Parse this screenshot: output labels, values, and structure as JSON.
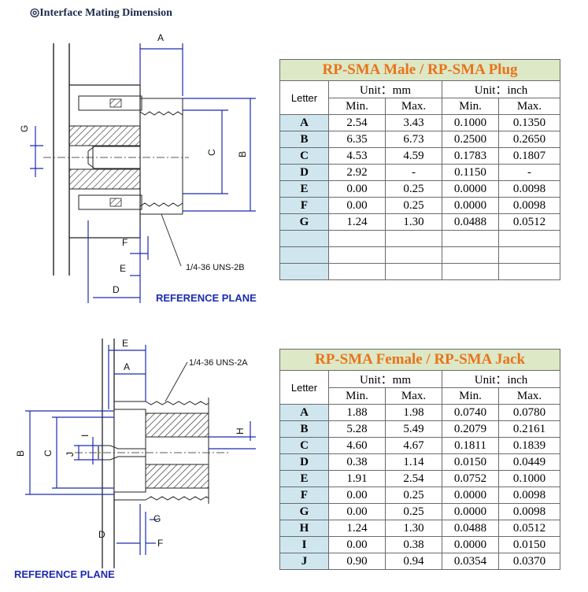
{
  "title": "◎Interface Mating Dimension",
  "male": {
    "title": "RP-SMA Male / RP-SMA Plug",
    "letter_header": "Letter",
    "unit_mm": "Unit：mm",
    "unit_inch": "Unit：inch",
    "min": "Min.",
    "max": "Max.",
    "rows": [
      {
        "l": "A",
        "mm_min": "2.54",
        "mm_max": "3.43",
        "in_min": "0.1000",
        "in_max": "0.1350"
      },
      {
        "l": "B",
        "mm_min": "6.35",
        "mm_max": "6.73",
        "in_min": "0.2500",
        "in_max": "0.2650"
      },
      {
        "l": "C",
        "mm_min": "4.53",
        "mm_max": "4.59",
        "in_min": "0.1783",
        "in_max": "0.1807"
      },
      {
        "l": "D",
        "mm_min": "2.92",
        "mm_max": "-",
        "in_min": "0.1150",
        "in_max": "-"
      },
      {
        "l": "E",
        "mm_min": "0.00",
        "mm_max": "0.25",
        "in_min": "0.0000",
        "in_max": "0.0098"
      },
      {
        "l": "F",
        "mm_min": "0.00",
        "mm_max": "0.25",
        "in_min": "0.0000",
        "in_max": "0.0098"
      },
      {
        "l": "G",
        "mm_min": "1.24",
        "mm_max": "1.30",
        "in_min": "0.0488",
        "in_max": "0.0512"
      },
      {
        "l": "",
        "mm_min": "",
        "mm_max": "",
        "in_min": "",
        "in_max": ""
      },
      {
        "l": "",
        "mm_min": "",
        "mm_max": "",
        "in_min": "",
        "in_max": ""
      },
      {
        "l": "",
        "mm_min": "",
        "mm_max": "",
        "in_min": "",
        "in_max": ""
      }
    ]
  },
  "female": {
    "title": "RP-SMA Female / RP-SMA Jack",
    "letter_header": "Letter",
    "unit_mm": "Unit：mm",
    "unit_inch": "Unit：inch",
    "min": "Min.",
    "max": "Max.",
    "rows": [
      {
        "l": "A",
        "mm_min": "1.88",
        "mm_max": "1.98",
        "in_min": "0.0740",
        "in_max": "0.0780"
      },
      {
        "l": "B",
        "mm_min": "5.28",
        "mm_max": "5.49",
        "in_min": "0.2079",
        "in_max": "0.2161"
      },
      {
        "l": "C",
        "mm_min": "4.60",
        "mm_max": "4.67",
        "in_min": "0.1811",
        "in_max": "0.1839"
      },
      {
        "l": "D",
        "mm_min": "0.38",
        "mm_max": "1.14",
        "in_min": "0.0150",
        "in_max": "0.0449"
      },
      {
        "l": "E",
        "mm_min": "1.91",
        "mm_max": "2.54",
        "in_min": "0.0752",
        "in_max": "0.1000"
      },
      {
        "l": "F",
        "mm_min": "0.00",
        "mm_max": "0.25",
        "in_min": "0.0000",
        "in_max": "0.0098"
      },
      {
        "l": "G",
        "mm_min": "0.00",
        "mm_max": "0.25",
        "in_min": "0.0000",
        "in_max": "0.0098"
      },
      {
        "l": "H",
        "mm_min": "1.24",
        "mm_max": "1.30",
        "in_min": "0.0488",
        "in_max": "0.0512"
      },
      {
        "l": "I",
        "mm_min": "0.00",
        "mm_max": "0.38",
        "in_min": "0.0000",
        "in_max": "0.0150"
      },
      {
        "l": "J",
        "mm_min": "0.90",
        "mm_max": "0.94",
        "in_min": "0.0354",
        "in_max": "0.0370"
      }
    ]
  },
  "drawing_top": {
    "labels": {
      "a": "A",
      "b": "B",
      "c": "C",
      "d": "D",
      "e": "E",
      "f": "F",
      "g": "G"
    },
    "thread": "1/4-36 UNS-2B",
    "reference": "REFERENCE PLANE"
  },
  "drawing_bottom": {
    "labels": {
      "a": "A",
      "b": "B",
      "c": "C",
      "d": "D",
      "e": "E",
      "f": "F",
      "g": "G",
      "h": "H",
      "i": "I",
      "j": "J"
    },
    "thread": "1/4-36 UNS-2A",
    "reference": "REFERENCE PLANE"
  },
  "colors": {
    "dim_line": "#1d2bb0",
    "table_title_bg": "#dde8c6",
    "table_title_fg": "#e8731b",
    "letter_bg": "#cfe6ef"
  }
}
